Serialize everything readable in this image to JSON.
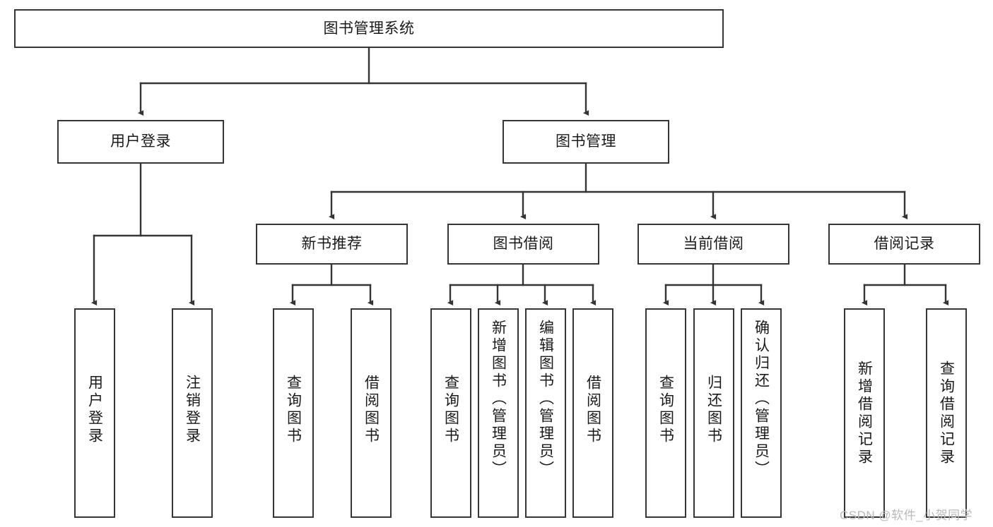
{
  "diagram": {
    "type": "hierarchy-tree",
    "title": "图书管理系统",
    "watermark": "CSDN @软件_小贺同学",
    "colors": {
      "box_border": "#353535",
      "box_fill": "#ffffff",
      "connector": "#353535",
      "text": "#1a1a1a",
      "watermark": "#b9b9b9"
    },
    "root": {
      "label": "图书管理系统"
    },
    "level2": [
      {
        "label": "用户登录"
      },
      {
        "label": "图书管理"
      }
    ],
    "level3": [
      {
        "label": "新书推荐"
      },
      {
        "label": "图书借阅"
      },
      {
        "label": "当前借阅"
      },
      {
        "label": "借阅记录"
      }
    ],
    "leaves": {
      "user_login": [
        {
          "label": "用户登录"
        },
        {
          "label": "注销登录"
        }
      ],
      "new_book_recommend": [
        {
          "label": "查询图书"
        },
        {
          "label": "借阅图书"
        }
      ],
      "book_borrow": [
        {
          "label": "查询图书"
        },
        {
          "label": "新增图书（管理员）"
        },
        {
          "label": "编辑图书（管理员）"
        },
        {
          "label": "借阅图书"
        }
      ],
      "current_borrow": [
        {
          "label": "查询图书"
        },
        {
          "label": "归还图书"
        },
        {
          "label": "确认归还（管理员）"
        }
      ],
      "borrow_record": [
        {
          "label": "新增借阅记录"
        },
        {
          "label": "查询借阅记录"
        }
      ]
    }
  }
}
